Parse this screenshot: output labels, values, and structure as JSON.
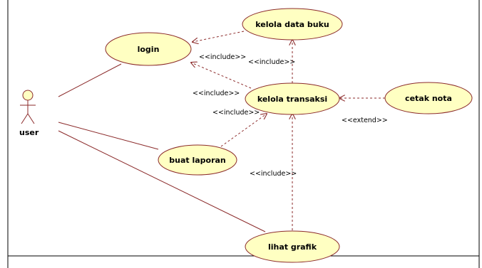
{
  "actor": {
    "label": "user"
  },
  "use_cases": {
    "login": "login",
    "kelola_data_buku": "kelola data buku",
    "kelola_transaksi": "kelola transaksi",
    "cetak_nota": "cetak nota",
    "buat_laporan": "buat laporan",
    "lihat_grafik": "lihat grafik"
  },
  "relations": {
    "include": "<<include>>",
    "extend": "<<extend>>"
  },
  "colors": {
    "usecase_fill": "#ffffc2",
    "usecase_stroke": "#8b2a2a",
    "line": "#8b2a2a",
    "frame": "#000000"
  }
}
